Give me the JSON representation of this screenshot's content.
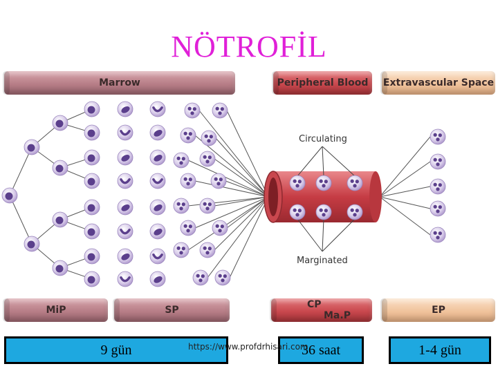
{
  "title": "NÖTROFİL",
  "tubes_top": {
    "marrow": "Marrow",
    "peripheral_blood": "Peripheral Blood",
    "extravascular": "Extravascular Space"
  },
  "tubes_bottom": {
    "mip": "MiP",
    "sp": "SP",
    "cp": "CP",
    "map": "Ma.P",
    "ep": "EP"
  },
  "labels": {
    "circulating": "Circulating",
    "marginated": "Marginated"
  },
  "durations": {
    "marrow": "9 gün",
    "blood": "36 saat",
    "tissue": "1-4 gün"
  },
  "watermark": "https://www.profdrhisari.com",
  "colors": {
    "title": "#e020d8",
    "box": "#1ea8e0",
    "cell": "#b9a6d6",
    "nucleus": "#5b3f8c",
    "vessel": "#c63c44"
  }
}
